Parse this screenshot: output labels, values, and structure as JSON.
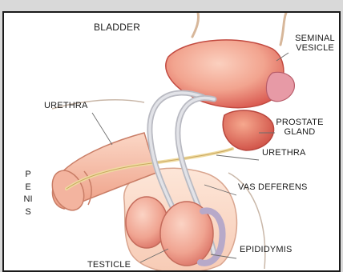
{
  "labels": {
    "bladder": "BLADDER",
    "seminal_vesicle_line1": "SEMINAL",
    "seminal_vesicle_line2": "VESICLE",
    "urethra_left": "URETHRA",
    "prostate_line1": "PROSTATE",
    "prostate_line2": "GLAND",
    "urethra_right": "URETHRA",
    "penis": "PENIS",
    "vas_deferens": "VAS DEFERENS",
    "epididymis": "EPIDIDYMIS",
    "testicle": "TESTICLE"
  },
  "colors": {
    "background": "#ffffff",
    "frame": "#d9d9d9",
    "border": "#1a1a1a",
    "organ_pink": "#f2a48f",
    "organ_red": "#d9584f",
    "tube_gray": "#cfd0d6",
    "urethra_yellow": "#efdba0",
    "leader": "#6b6b6b"
  }
}
